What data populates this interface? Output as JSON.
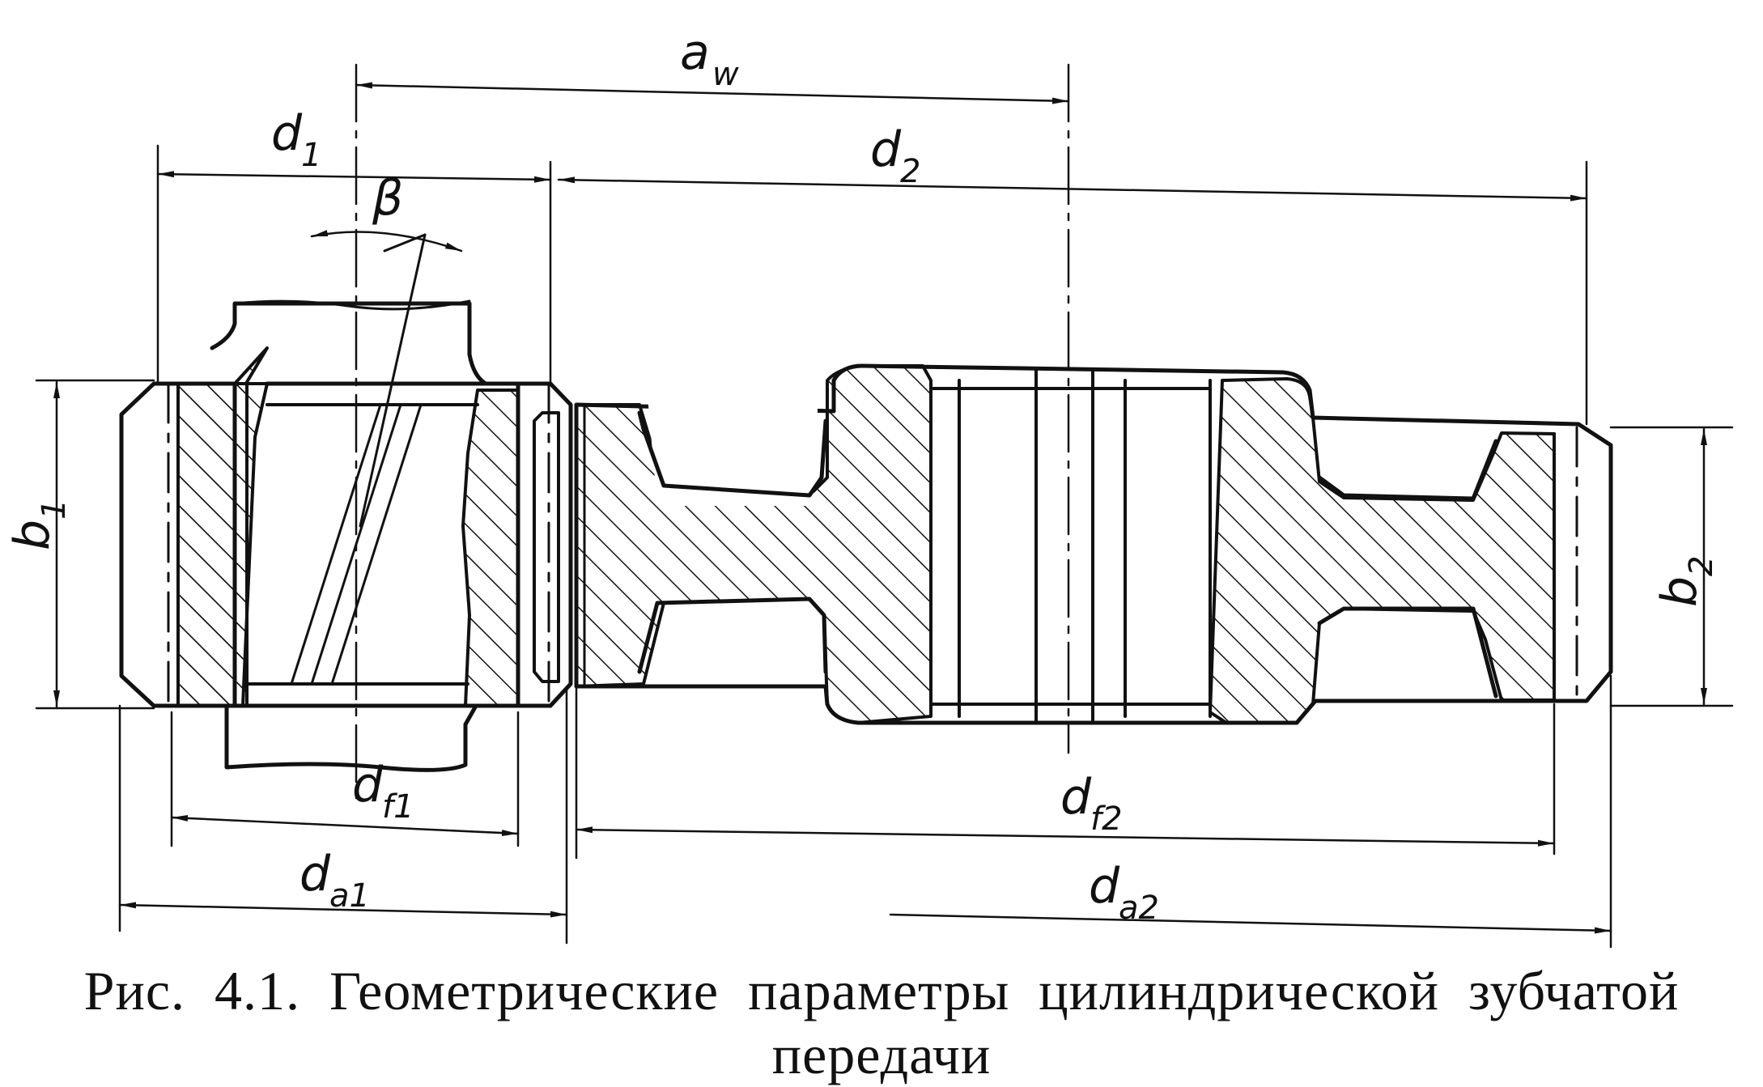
{
  "diagram": {
    "labels": {
      "aw": {
        "main": "a",
        "sub": "w"
      },
      "d1": {
        "main": "d",
        "sub": "1"
      },
      "d2": {
        "main": "d",
        "sub": "2"
      },
      "beta": {
        "main": "β",
        "sub": ""
      },
      "b1": {
        "main": "b",
        "sub": "1"
      },
      "b2": {
        "main": "b",
        "sub": "2"
      },
      "df1": {
        "main": "d",
        "sub": "f1"
      },
      "df2": {
        "main": "d",
        "sub": "f2"
      },
      "da1": {
        "main": "d",
        "sub": "a1"
      },
      "da2": {
        "main": "d",
        "sub": "a2"
      }
    },
    "colors": {
      "ink": "#111111",
      "background": "#ffffff"
    }
  },
  "caption": "Рис. 4.1. Геометрические параметры цилиндрической зубчатой передачи"
}
